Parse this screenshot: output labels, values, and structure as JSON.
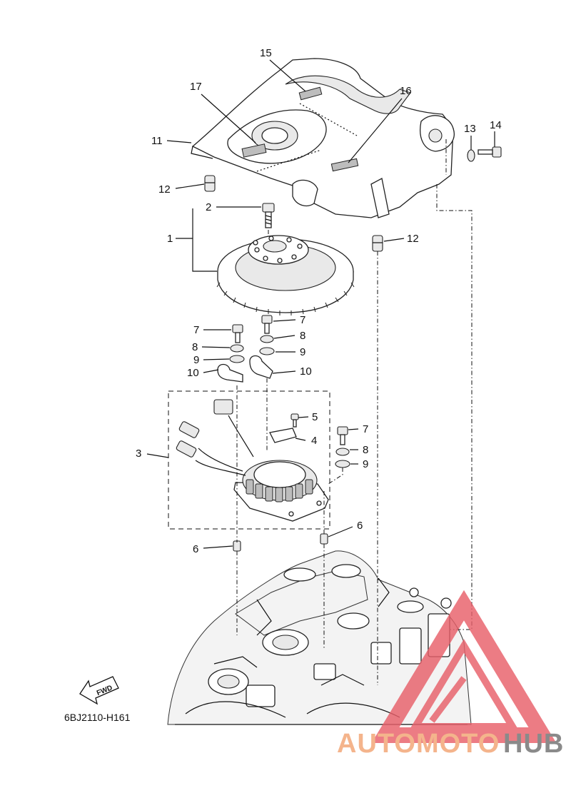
{
  "diagram": {
    "code": "6BJ2110-H161",
    "fwd_label": "FWD",
    "callouts": {
      "c1": "1",
      "c2": "2",
      "c3": "3",
      "c4": "4",
      "c5": "5",
      "c6a": "6",
      "c6b": "6",
      "c7a": "7",
      "c7b": "7",
      "c7c": "7",
      "c8a": "8",
      "c8b": "8",
      "c8c": "8",
      "c9a": "9",
      "c9b": "9",
      "c9c": "9",
      "c10a": "10",
      "c10b": "10",
      "c11": "11",
      "c12a": "12",
      "c12b": "12",
      "c13": "13",
      "c14": "14",
      "c15": "15",
      "c16": "16",
      "c17": "17"
    }
  },
  "watermark": {
    "auto": "AUTOMOTO",
    "hub": "HUB",
    "triangle_color": "#e8606a",
    "auto_color": "#f4b48c",
    "hub_color": "#8a8a8a"
  }
}
